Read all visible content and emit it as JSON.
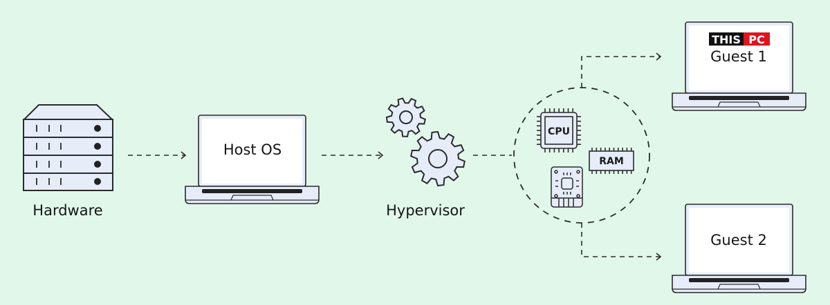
{
  "labels": {
    "hardware": "Hardware",
    "host_os": "Host OS",
    "hypervisor": "Hypervisor",
    "guest1": "Guest 1",
    "guest2": "Guest 2",
    "cpu": "CPU",
    "ram": "RAM"
  },
  "logo": {
    "part1": "THIS",
    "part2": "PC",
    "accent": "#e0141e"
  },
  "colors": {
    "background": "#e1f7ea",
    "fill": "#e6edf9",
    "stroke": "#2a2a2a"
  }
}
